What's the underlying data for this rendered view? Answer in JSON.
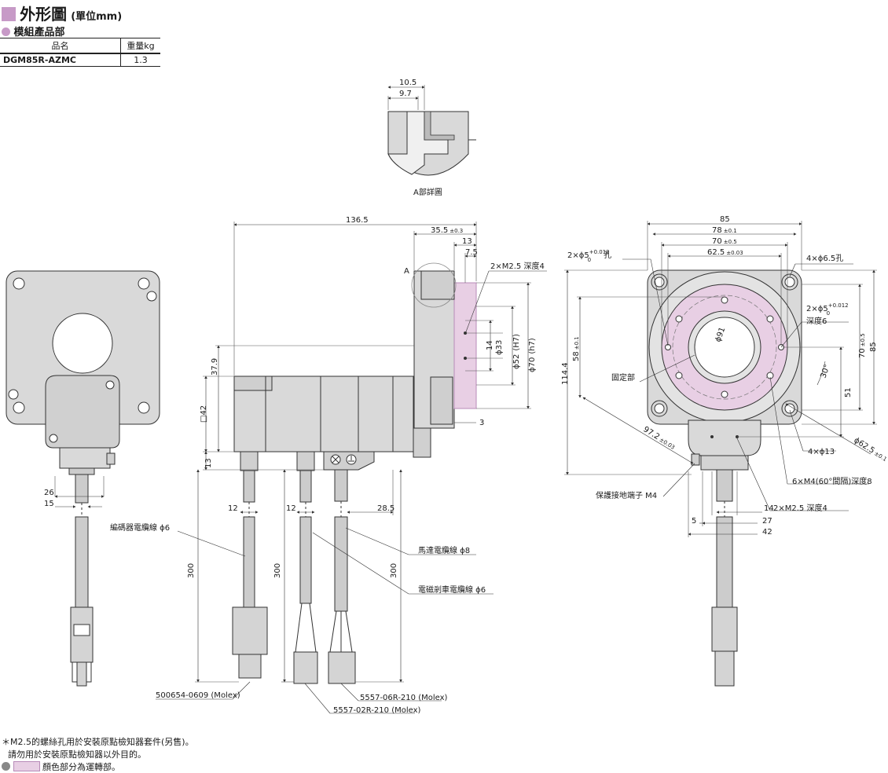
{
  "header": {
    "title": "外形圖",
    "unit": "(單位mm)",
    "subtitle": "模組產品部",
    "table": {
      "columns": [
        "品名",
        "重量kg"
      ],
      "rows": [
        [
          "DGM85R-AZMC",
          "1.3"
        ]
      ]
    }
  },
  "labels": {
    "detail_a_caption": "A部詳圖",
    "detail_marker": "A",
    "encoder_cable": "編碼器電纜線 ϕ6",
    "motor_cable": "馬達電纜線 ϕ8",
    "brake_cable": "電磁剎車電纜線 ϕ6",
    "connector_1": "500654-0609 (Molex)",
    "connector_2": "5557-06R-210 (Molex)",
    "connector_3": "5557-02R-210 (Molex)",
    "tap_m25": "2×M2.5 深度4",
    "pin_hole_top": "2×ϕ5",
    "pin_hole_suffix": "孔",
    "pin_tol_hi": "+0.012",
    "pin_tol_lo": "0",
    "mount_holes": "4×ϕ6.5孔",
    "pin_hole_depth_1": "2×ϕ5",
    "pin_hole_depth_2": "深度6",
    "fixed_part": "固定部",
    "ground_terminal": "保護接地端子 M4",
    "m4_taps": "6×M4(60°間隔)深度8",
    "m25_taps_bottom": "2×M2.5 深度4",
    "holes_13": "4×ϕ13",
    "center_bore": "ϕ91",
    "angle_30": "30°"
  },
  "dims": {
    "d_10_5": "10.5",
    "d_9_7": "9.7",
    "d_136_5": "136.5",
    "d_35_5": "35.5",
    "d_35_5_tol": "±0.3",
    "d_13": "13",
    "d_7_5": "7.5",
    "d_3": "3",
    "d_37_9": "37.9",
    "d_sq42": "□42",
    "d_13b": "13",
    "d_phi33": "ϕ33",
    "d_14": "14",
    "d_phi52": "ϕ52",
    "d_phi52_tol": "(H7)",
    "d_phi70": "ϕ70",
    "d_phi70_tol": "(h7)",
    "d_12a": "12",
    "d_12b": "12",
    "d_28_5": "28.5",
    "d_300a": "300",
    "d_300b": "300",
    "d_300c": "300",
    "d_26": "26",
    "d_15": "15",
    "d_85": "85",
    "d_78": "78",
    "d_78_tol": "±0.1",
    "d_70": "70",
    "d_70_tol": "±0.5",
    "d_62_5": "62.5",
    "d_62_5_tol": "±0.03",
    "d_114_4": "114.4",
    "d_58": "58",
    "d_58_tol": "±0.1",
    "d_70v": "70",
    "d_70v_tol": "±0.5",
    "d_85v": "85",
    "d_51": "51",
    "d_97_2": "97.2",
    "d_97_2_tol": "±0.03",
    "d_phi62_5": "ϕ62.5",
    "d_phi62_5_tol": "±0.1",
    "d_14b": "14",
    "d_27": "27",
    "d_42": "42",
    "d_5": "5"
  },
  "notes": {
    "n1": "＊M2.5的螺絲孔用於安裝原點檢知器套件(另售)。",
    "n2": "請勿用於安裝原點檢知器以外目的。",
    "n3": "顏色部分為運轉部。"
  },
  "colors": {
    "accent": "#c79ac7",
    "rotating": "#e8cfe4",
    "body": "#d9d9d9",
    "line": "#3a3a3a"
  }
}
